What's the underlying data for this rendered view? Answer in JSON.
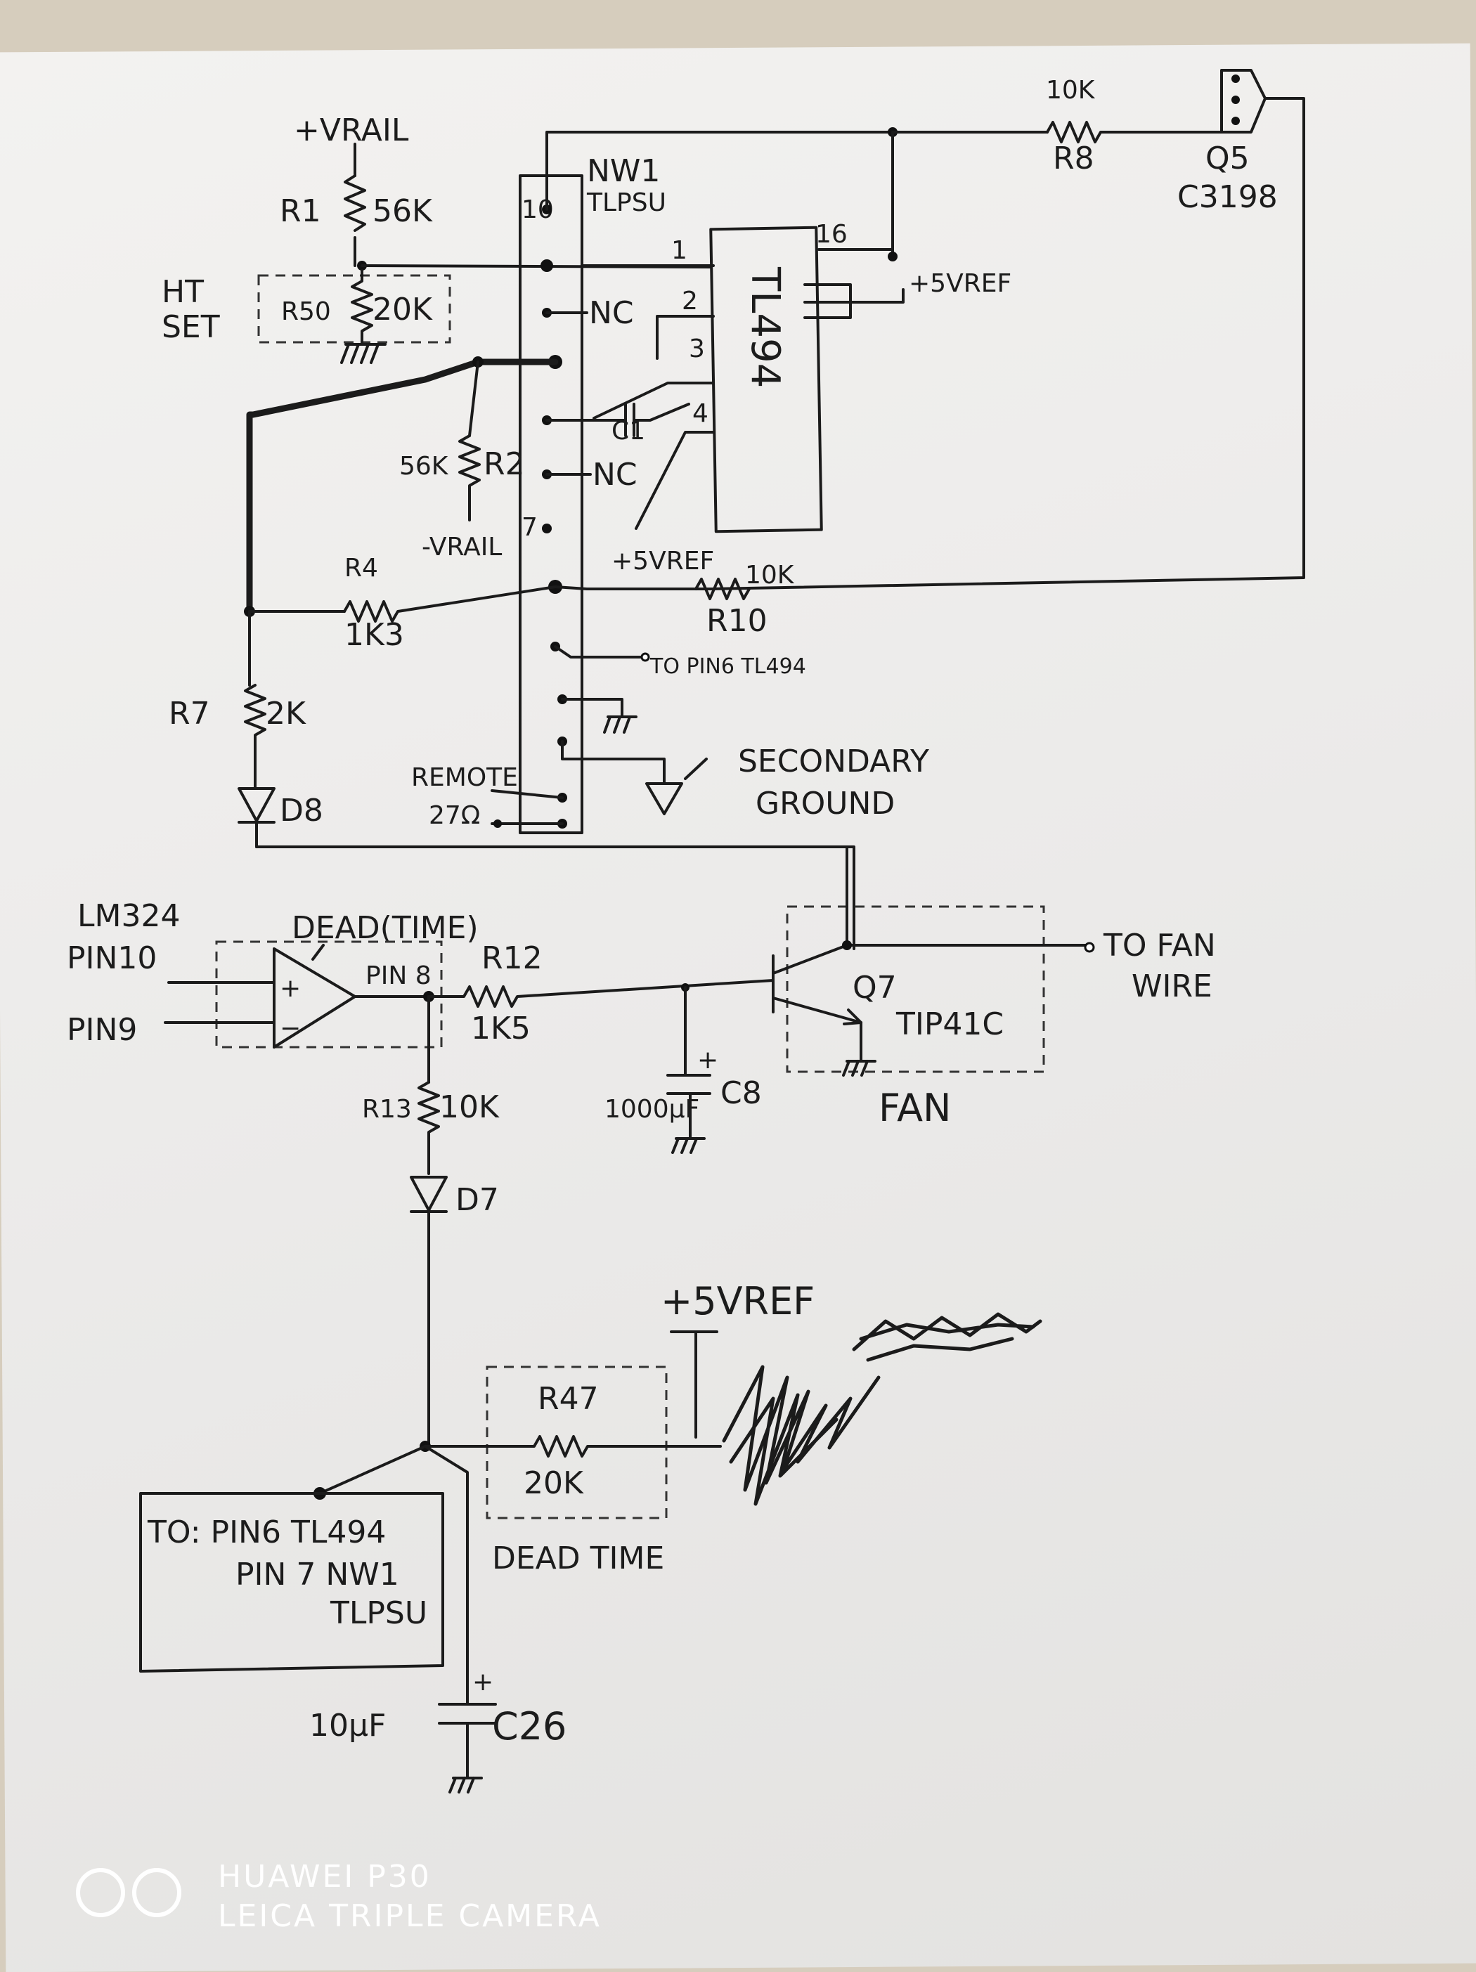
{
  "title": {
    "vrail_pos": "+VRAIL",
    "vrail_neg": "-VRAIL"
  },
  "resistors": {
    "r1": {
      "ref": "R1",
      "value": "56K"
    },
    "r50": {
      "ref": "R50",
      "value": "20K"
    },
    "r2": {
      "ref": "R2",
      "value": "56K"
    },
    "r4": {
      "ref": "R4",
      "value": "1K3"
    },
    "r7": {
      "ref": "R7",
      "value": "2K"
    },
    "r8": {
      "ref": "R8",
      "value": "10K"
    },
    "r10": {
      "ref": "R10",
      "value": "10K"
    },
    "r12": {
      "ref": "R12",
      "value": "1K5"
    },
    "r13": {
      "ref": "R13",
      "value": "10K"
    },
    "r47": {
      "ref": "R47",
      "value": "20K"
    },
    "remote": {
      "ref": "REMOTE",
      "value": "27Ω"
    }
  },
  "capacitors": {
    "c1": "C1",
    "c8": {
      "ref": "C8",
      "value": "1000μF"
    },
    "c26": {
      "ref": "C26",
      "value": "10μF"
    }
  },
  "diodes": {
    "d7": "D7",
    "d8": "D8"
  },
  "transistors": {
    "q5": {
      "ref": "Q5",
      "part": "C3198"
    },
    "q7": {
      "ref": "Q7",
      "part": "TIP41C"
    }
  },
  "connector": {
    "name": "NW1",
    "board": "TLPSU",
    "pin10": "10",
    "pin7": "7"
  },
  "ic": {
    "name": "TL494",
    "pins": [
      "1",
      "2",
      "3",
      "4",
      "16"
    ],
    "vref": "+5VREF"
  },
  "labels": {
    "ht_set_1": "HT",
    "ht_set_2": "SET",
    "nc1": "NC",
    "nc2": "NC",
    "vref_mid": "+5VREF",
    "vref_bottom": "+5VREF",
    "to_pin6": "TO PIN6 TL494",
    "secondary_1": "SECONDARY",
    "secondary_2": "GROUND",
    "lm324": "LM324",
    "pin10": "PIN10",
    "pin9": "PIN9",
    "pin8": "PIN 8",
    "dead_time_top": "DEAD(TIME)",
    "fan": "FAN",
    "to_fan_1": "TO FAN",
    "to_fan_2": "WIRE",
    "dead_time_bottom": "DEAD TIME",
    "note_1": "TO: PIN6 TL494",
    "note_2": "PIN 7 NW1",
    "note_3": "TLPSU",
    "plus": "+"
  },
  "watermark": {
    "line1": "HUAWEI P30",
    "line2": "LEICA TRIPLE CAMERA",
    "color": "#ffffff"
  }
}
